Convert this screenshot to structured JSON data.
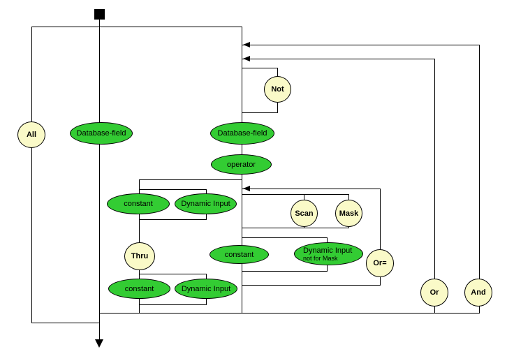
{
  "diagram": {
    "type": "syntax-railroad-diagram",
    "colors": {
      "background": "#ffffff",
      "line": "#000000",
      "terminal_fill": "#fafac8",
      "nonterminal_fill": "#33cc33",
      "border": "#000000",
      "text": "#000000"
    },
    "nodes": {
      "terminals": {
        "all": {
          "label": "All"
        },
        "not": {
          "label": "Not"
        },
        "scan": {
          "label": "Scan"
        },
        "mask": {
          "label": "Mask"
        },
        "thru": {
          "label": "Thru"
        },
        "or_equals": {
          "label": "Or="
        },
        "or": {
          "label": "Or"
        },
        "and": {
          "label": "And"
        }
      },
      "nonterminals": {
        "database_field_left": {
          "label": "Database-field"
        },
        "database_field_right": {
          "label": "Database-field"
        },
        "operator": {
          "label": "operator"
        },
        "constant_top": {
          "label": "constant"
        },
        "dynamic_input_top": {
          "label": "Dynamic Input"
        },
        "constant_middle": {
          "label": "constant"
        },
        "dynamic_input_not_for_mask": {
          "label": "Dynamic Input",
          "sublabel": "not for Mask"
        },
        "constant_bottom": {
          "label": "constant"
        },
        "dynamic_input_bottom": {
          "label": "Dynamic Input"
        }
      }
    }
  }
}
